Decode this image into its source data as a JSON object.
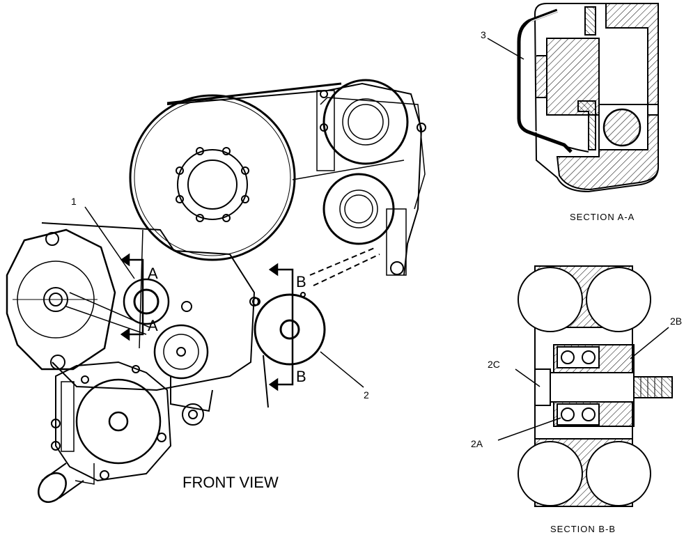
{
  "front_view": {
    "title": "FRONT VIEW",
    "callouts": [
      "1",
      "2"
    ],
    "section_markers": [
      "A",
      "A",
      "B",
      "B"
    ]
  },
  "section_a": {
    "title": "SECTION A-A",
    "callout": "3"
  },
  "section_b": {
    "title": "SECTION B-B",
    "callouts": [
      "2A",
      "2B",
      "2C"
    ]
  }
}
